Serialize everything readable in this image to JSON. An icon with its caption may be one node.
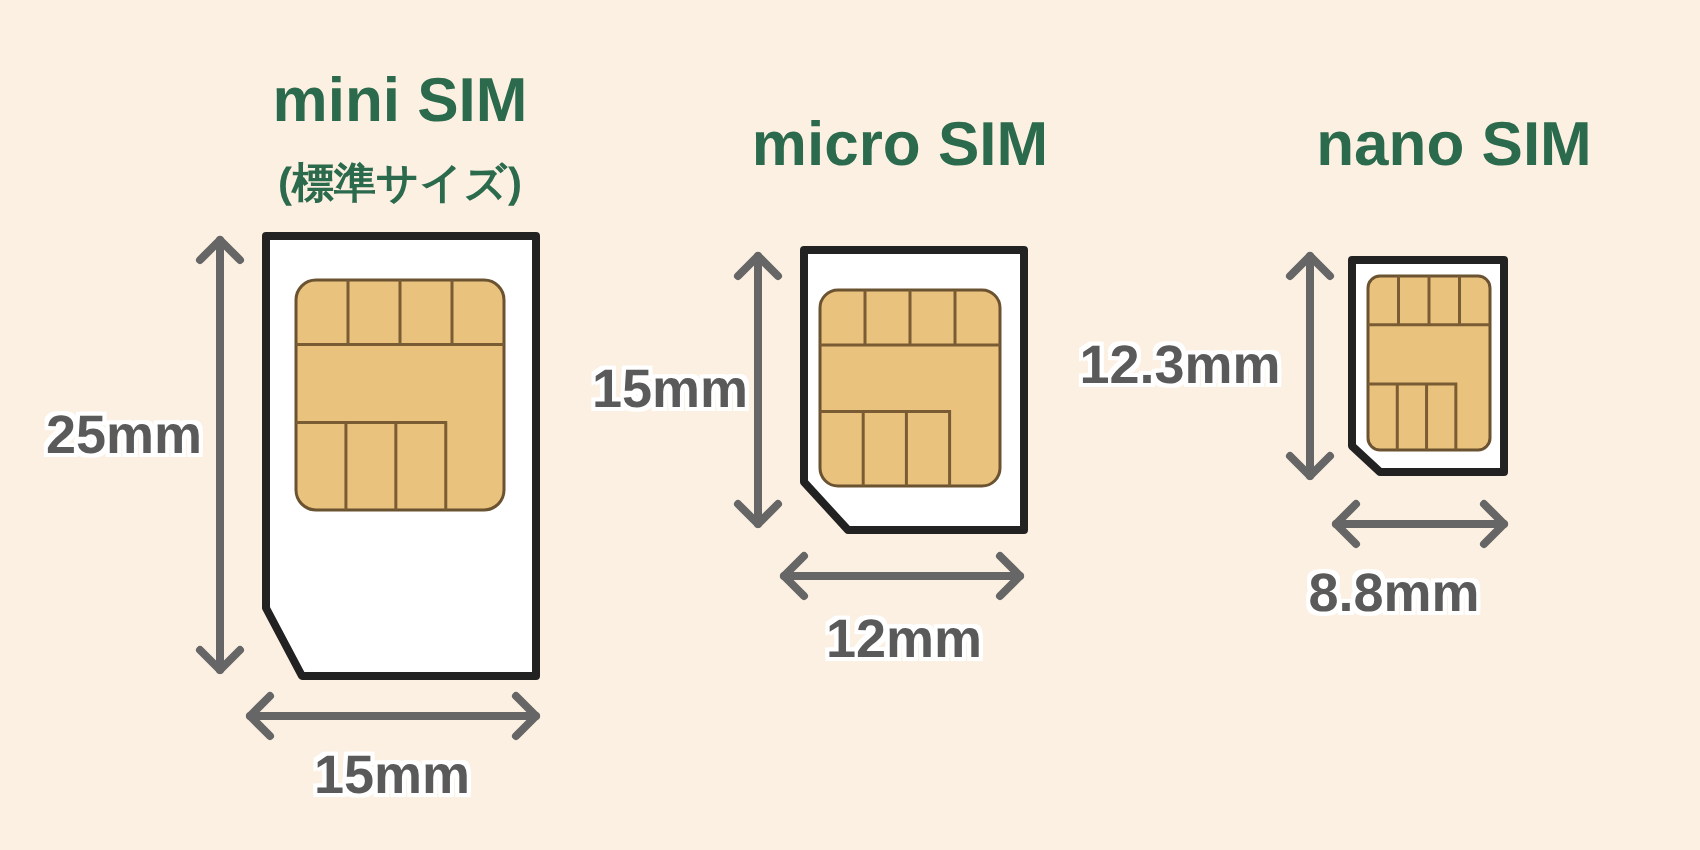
{
  "diagram": {
    "labels": [
      "mini SIM",
      "(標準サイズ)",
      "micro SIM",
      "nano SIM",
      "25mm",
      "15mm",
      "12.3mm",
      "12mm",
      "8.8mm",
      "15mm"
    ]
  }
}
